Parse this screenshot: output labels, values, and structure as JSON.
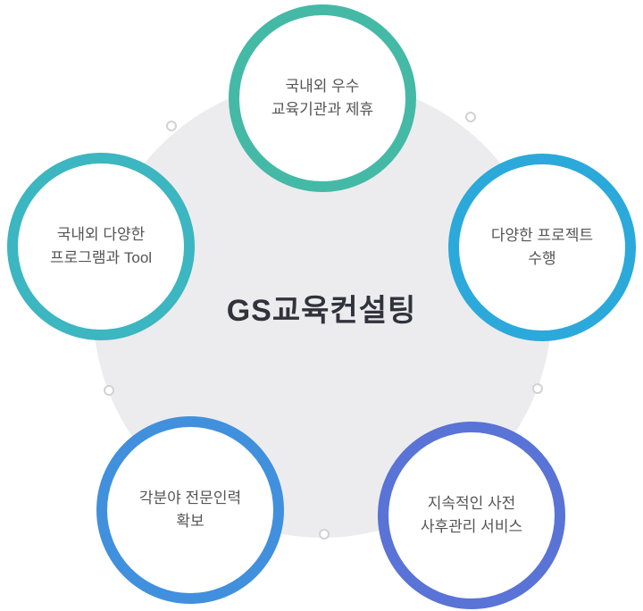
{
  "diagram": {
    "title": "GS교육컨설팅",
    "background_circle_color": "#ececee",
    "circles": [
      {
        "id": "partnership",
        "position": "top",
        "label": "국내외 우수\n교육기관과 제휴",
        "color": "#44b9a6"
      },
      {
        "id": "programs",
        "position": "left",
        "label": "국내외 다양한\n프로그램과 Tool",
        "color": "#3cb6c0"
      },
      {
        "id": "projects",
        "position": "right",
        "label": "다양한 프로젝트\n수행",
        "color": "#2ba9da"
      },
      {
        "id": "experts",
        "position": "bottom-left",
        "label": "각분야 전문인력\n확보",
        "color": "#4190dd"
      },
      {
        "id": "service",
        "position": "bottom-right",
        "label": "지속적인 사전\n사후관리 서비스",
        "color": "#5973d6"
      }
    ]
  }
}
